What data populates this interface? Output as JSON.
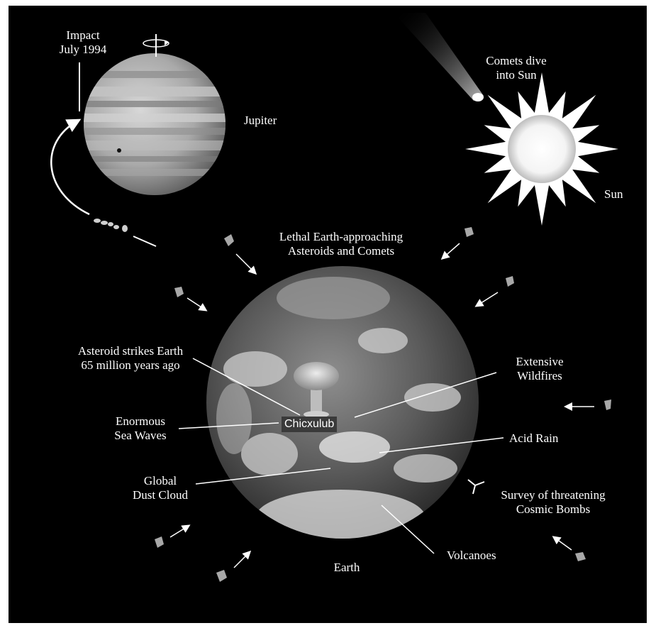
{
  "labels": {
    "impact": "Impact\nJuly 1994",
    "jupiter": "Jupiter",
    "comets_dive": "Comets dive\ninto Sun",
    "sun": "Sun",
    "lethal": "Lethal Earth-approaching\nAsteroids and Comets",
    "asteroid_strikes": "Asteroid strikes Earth\n65 million years ago",
    "extensive_wildfires": "Extensive\nWildfires",
    "enormous_sea_waves": "Enormous\nSea Waves",
    "chicxulub": "Chicxulub",
    "acid_rain": "Acid Rain",
    "global_dust_cloud": "Global\nDust Cloud",
    "survey": "Survey of threatening\nCosmic Bombs",
    "volcanoes": "Volcanoes",
    "earth": "Earth"
  }
}
